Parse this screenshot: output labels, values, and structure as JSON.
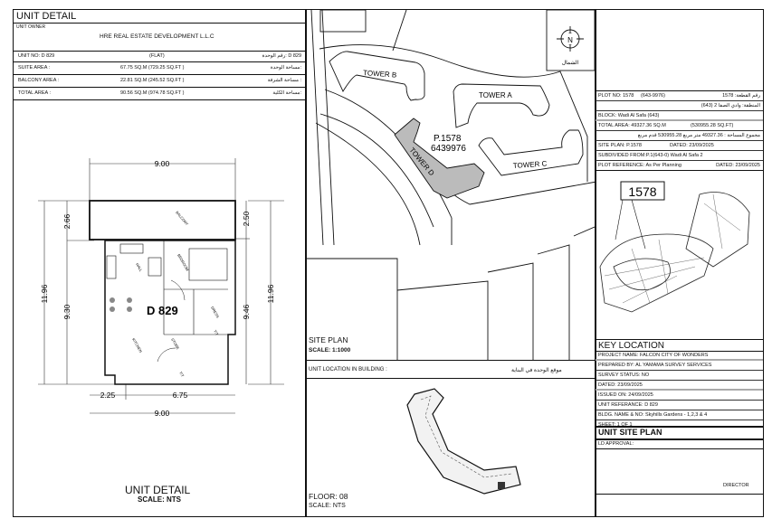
{
  "unit_detail": {
    "title": "UNIT DETAIL",
    "owner_label": "UNIT OWNER",
    "owner": "HRE REAL ESTATE DEVELOPMENT L.L.C",
    "unit_no": "UNIT NO: D 829",
    "unit_type": "(FLAT)",
    "unit_no_ar": "رقم الوحدة: D 829",
    "suite_label": "SUITE AREA :",
    "suite_value": "67.75  SQ.M  (729.25  SQ.FT )",
    "suite_ar": "مساحة الوحدة:",
    "balcony_label": "BALCONY AREA :",
    "balcony_value": "22.81  SQ.M  (245.52  SQ.FT )",
    "balcony_ar": "مساحة الشرفة :",
    "total_label": "TOTAL AREA :",
    "total_value": "90.56  SQ.M  (974.78  SQ.FT )",
    "total_ar": "مساحة الكلية:"
  },
  "floor_plan": {
    "unit_label": "D 829",
    "dims": {
      "top": "9.00",
      "bottom": "9.00",
      "bottom_left": "2.25",
      "bottom_right": "6.75",
      "left_total": "11.96",
      "left_balcony": "2.66",
      "left_unit": "9.30",
      "right_balcony": "2.50",
      "right_unit": "9.46",
      "right_total": "11.96"
    },
    "rooms": {
      "balcony": "BALCONY",
      "hall": "HALL",
      "bedroom": "BEDROOM",
      "dress": "DRESS",
      "kitchen": "KITCHEN",
      "store": "STORE",
      "toilet1": "T/T",
      "toilet2": "T/T"
    },
    "title": "UNIT DETAIL",
    "scale": "SCALE: NTS"
  },
  "site_plan": {
    "towers": [
      "TOWER A",
      "TOWER B",
      "TOWER C",
      "TOWER D"
    ],
    "plot": "P.1578",
    "plot_code": "6439976",
    "north": "N",
    "north_ar": "الشمال",
    "title": "SITE PLAN",
    "scale": "SCALE: 1:1000"
  },
  "unit_location": {
    "title": "UNIT LOCATION IN BUILDING :",
    "title_ar": "موقع الوحدة في البناية",
    "floor": "FLOOR: 08",
    "scale": "SCALE: NTS"
  },
  "plot_info": {
    "plot_no": "PLOT NO: 1578",
    "plot_code": "(643-9976)",
    "plot_no_ar": "رقم القطعة: 1578",
    "area_ar": "المنطقة: وادي الصفا 2 (643)",
    "block": "BLOCK: Wadi Al Safa (643)",
    "total_area": "TOTAL AREA: 49327.36 SQ.M",
    "total_area_ft": "(530955.28 SQ.FT)",
    "total_area_ar": "مجموع المساحة : 49327.36 متر مربع   530955.28 قدم مربع",
    "site_plan": "SITE PLAN: P.1578",
    "site_plan_dated": "DATED: 23/09/2025",
    "subdivided": "SUBDIVIDED FROM:P.1(643-0) Wadi Al Safa 2",
    "plot_ref": "PLOT REFERENCE: As Per Planning",
    "plot_ref_dated": "DATED: 23/09/2025",
    "key_plot": "1578"
  },
  "key_location": {
    "title": "KEY LOCATION",
    "rows": [
      "PROJECT NAME: FALCON CITY OF  WONDERS",
      "PREPARED BY: AL YAMAMA SURVEY SERVICES",
      "SURVEY STATUS: NO",
      "DATED: 23/09/2025",
      "ISSUED ON:  24/09/2025",
      "UNIT REFERANCE: D 829",
      "BLDG. NAME & NO: Skyhills Gardens - 1,2,3 & 4",
      "SHEET: 1 OF 1"
    ],
    "sheet_title": "UNIT SITE PLAN",
    "ld_approval": "LD APPROVAL:",
    "director": "DIRECTOR"
  }
}
